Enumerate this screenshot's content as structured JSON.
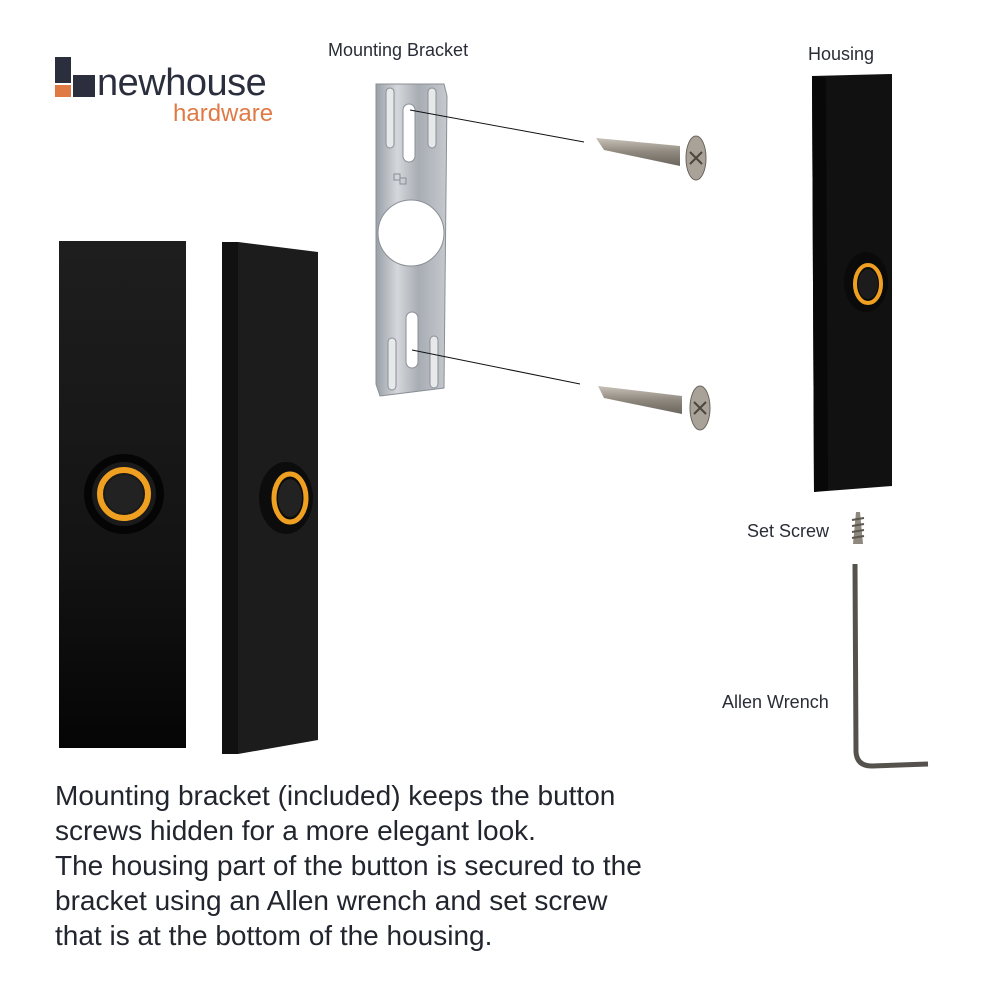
{
  "brand": {
    "name": "newhouse",
    "sub": "hardware",
    "colors": {
      "dark": "#2b2f3d",
      "accent": "#e07a45"
    }
  },
  "labels": {
    "mounting_bracket": "Mounting Bracket",
    "housing": "Housing",
    "set_screw": "Set Screw",
    "allen_wrench": "Allen Wrench"
  },
  "description": {
    "lines": [
      "Mounting bracket (included) keeps the button",
      "screws hidden for a more elegant look.",
      "The housing part of the button is secured to the",
      "bracket using an Allen wrench and set screw",
      "that is at the bottom of the housing."
    ]
  },
  "colors": {
    "housing": "#141414",
    "led_ring": "#f0a020",
    "bracket": "#b8bcc2",
    "screw": "#9a948c"
  }
}
